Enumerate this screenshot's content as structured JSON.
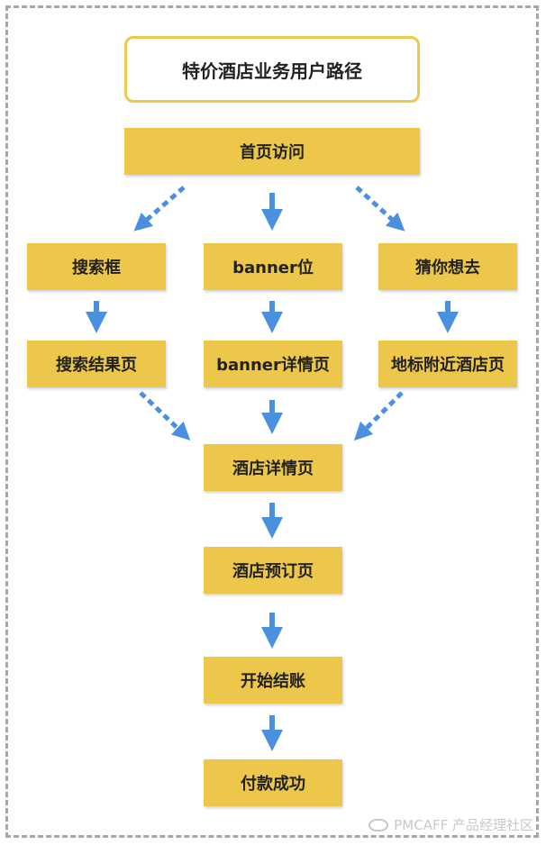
{
  "diagram": {
    "title": "特价酒店业务用户路径",
    "nodes": {
      "home": "首页访问",
      "search_box": "搜索框",
      "banner": "banner位",
      "guess": "猜你想去",
      "search_results": "搜索结果页",
      "banner_detail": "banner详情页",
      "nearby_hotels": "地标附近酒店页",
      "hotel_detail": "酒店详情页",
      "hotel_booking": "酒店预订页",
      "checkout": "开始结账",
      "payment_success": "付款成功"
    },
    "colors": {
      "node_fill": "#ecc749",
      "title_border": "#ecc94b",
      "arrow": "#4a8fe0",
      "frame_border": "#a6a6a6"
    }
  },
  "watermark": {
    "text": "PMCAFF 产品经理社区"
  }
}
